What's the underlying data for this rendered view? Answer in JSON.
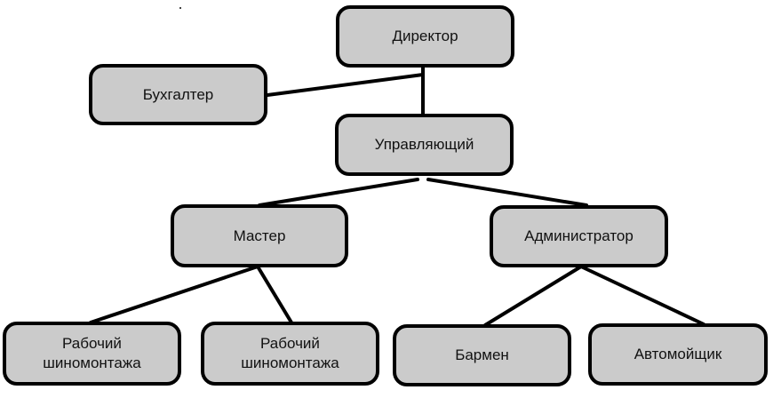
{
  "nodes": {
    "director": "Директор",
    "accountant": "Бухгалтер",
    "manager": "Управляющий",
    "master": "Мастер",
    "administrator": "Администратор",
    "tire_worker_1": "Рабочий\nшиномонтажа",
    "tire_worker_2": "Рабочий\nшиномонтажа",
    "barman": "Бармен",
    "car_washer": "Автомойщик"
  },
  "edges": [
    [
      "director",
      "manager"
    ],
    [
      "director",
      "accountant"
    ],
    [
      "manager",
      "master"
    ],
    [
      "manager",
      "administrator"
    ],
    [
      "master",
      "tire_worker_1"
    ],
    [
      "master",
      "tire_worker_2"
    ],
    [
      "administrator",
      "barman"
    ],
    [
      "administrator",
      "car_washer"
    ]
  ],
  "colors": {
    "box_fill": "#cbcbcb",
    "box_border": "#000000",
    "connector": "#000000",
    "text": "#111111",
    "background": "#ffffff"
  }
}
